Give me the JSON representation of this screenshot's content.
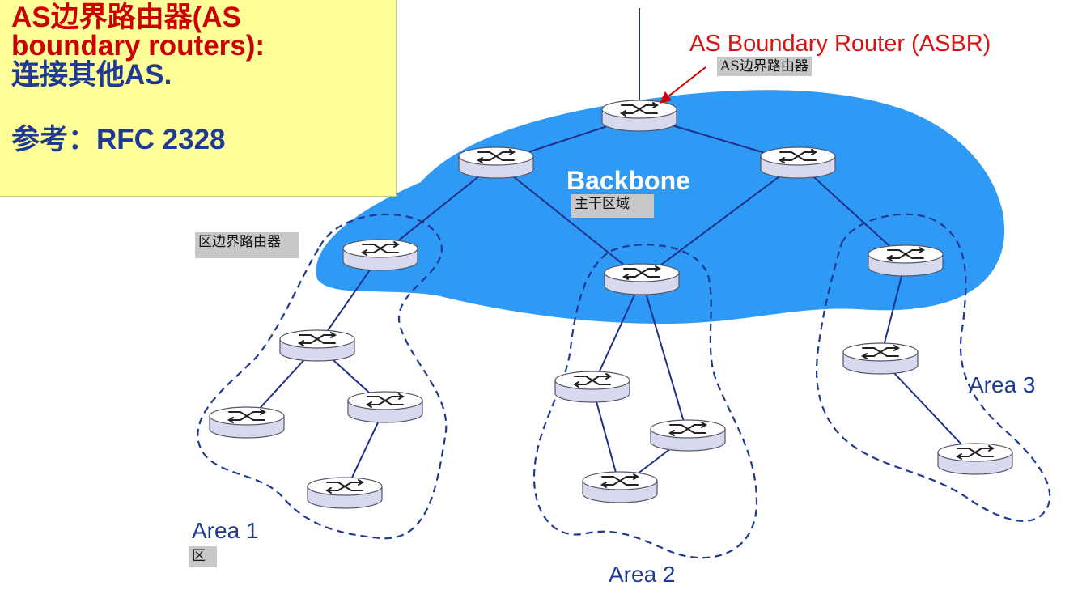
{
  "note": {
    "title_line1": "AS边界路由器(AS",
    "title_line2": "boundary routers):",
    "subtitle": "连接其他AS.",
    "reference": "参考：RFC 2328"
  },
  "labels": {
    "asbr": "AS Boundary Router (ASBR)",
    "asbr_cn": "AS边界路由器",
    "backbone": "Backbone",
    "backbone_cn": "主干区域",
    "area_border_router_cn": "区边界路由器",
    "area1": "Area 1",
    "area1_cn": "区",
    "area2": "Area 2",
    "area3": "Area 3"
  },
  "colors": {
    "backbone_fill": "#2f9af5",
    "link": "#1e2f8a",
    "router_top": "#ffffff",
    "router_body": "#d7d9ee",
    "router_outline": "#555566",
    "area_boundary": "#1f3a93",
    "asbr_arrow": "#cc0000"
  },
  "routers": [
    {
      "id": "asbr",
      "role": "AS boundary router"
    },
    {
      "id": "bb-left",
      "role": "backbone router"
    },
    {
      "id": "bb-right",
      "role": "backbone router"
    },
    {
      "id": "abr-area1",
      "role": "area border router"
    },
    {
      "id": "abr-area2",
      "role": "area border router"
    },
    {
      "id": "abr-area3",
      "role": "area border router"
    },
    {
      "id": "a1-r1",
      "role": "internal router"
    },
    {
      "id": "a1-r2",
      "role": "internal router"
    },
    {
      "id": "a1-r3",
      "role": "internal router"
    },
    {
      "id": "a1-r4",
      "role": "internal router"
    },
    {
      "id": "a2-r1",
      "role": "internal router"
    },
    {
      "id": "a2-r2",
      "role": "internal router"
    },
    {
      "id": "a2-r3",
      "role": "internal router"
    },
    {
      "id": "a3-r1",
      "role": "internal router"
    },
    {
      "id": "a3-r2",
      "role": "internal router"
    }
  ],
  "links": [
    [
      "asbr",
      "bb-left"
    ],
    [
      "asbr",
      "bb-right"
    ],
    [
      "bb-left",
      "abr-area1"
    ],
    [
      "bb-left",
      "abr-area2"
    ],
    [
      "bb-right",
      "abr-area2"
    ],
    [
      "bb-right",
      "abr-area3"
    ],
    [
      "abr-area1",
      "a1-r1"
    ],
    [
      "a1-r1",
      "a1-r2"
    ],
    [
      "a1-r1",
      "a1-r3"
    ],
    [
      "a1-r3",
      "a1-r4"
    ],
    [
      "abr-area2",
      "a2-r1"
    ],
    [
      "abr-area2",
      "a2-r2"
    ],
    [
      "a2-r1",
      "a2-r3"
    ],
    [
      "a2-r2",
      "a2-r3"
    ],
    [
      "abr-area3",
      "a3-r1"
    ],
    [
      "a3-r1",
      "a3-r2"
    ]
  ]
}
